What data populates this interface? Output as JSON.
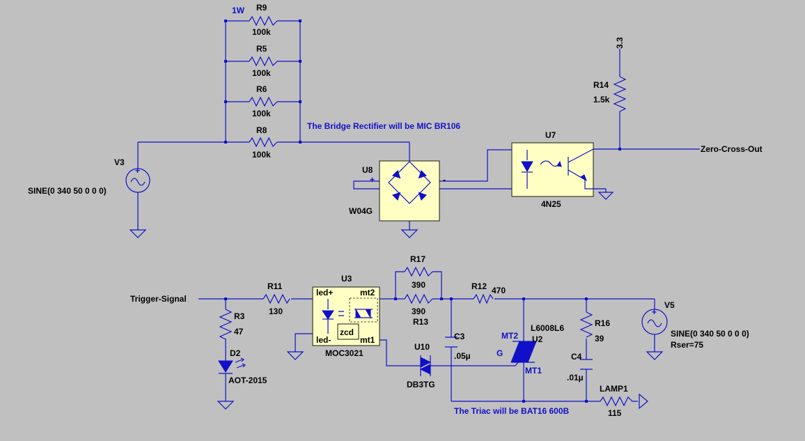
{
  "labels": {
    "note_power": "1W",
    "note_bridge": "The Bridge Rectifier will be MIC BR106",
    "note_triac": "The Triac will be BAT16 600B",
    "net_zero_cross": "Zero-Cross-Out",
    "net_trigger": "Trigger-Signal",
    "net_33": "3.3"
  },
  "components": {
    "r9": {
      "ref": "R9",
      "value": "100k"
    },
    "r5": {
      "ref": "R5",
      "value": "100k"
    },
    "r6": {
      "ref": "R6",
      "value": "100k"
    },
    "r8": {
      "ref": "R8",
      "value": "100k"
    },
    "r14": {
      "ref": "R14",
      "value": "1.5k"
    },
    "v3": {
      "ref": "V3",
      "value": "SINE(0 340 50 0 0 0)"
    },
    "u8": {
      "ref": "U8",
      "value": "W04G",
      "plus": "+",
      "minus": "-"
    },
    "u7": {
      "ref": "U7",
      "value": "4N25"
    },
    "r11": {
      "ref": "R11",
      "value": "130"
    },
    "r3": {
      "ref": "R3",
      "value": "47"
    },
    "d2": {
      "ref": "D2",
      "value": "AOT-2015"
    },
    "u3": {
      "ref": "U3",
      "value": "MOC3021",
      "pin_led_plus": "led+",
      "pin_led_minus": "led-",
      "pin_mt2": "mt2",
      "pin_mt1": "mt1",
      "zcd": "zcd"
    },
    "r17": {
      "ref": "R17",
      "value": "390"
    },
    "r13": {
      "ref": "R13",
      "value": "390"
    },
    "r12": {
      "ref": "R12",
      "value": "470"
    },
    "c3": {
      "ref": "C3",
      "value": ".05µ"
    },
    "u10": {
      "ref": "U10",
      "value": "DB3TG"
    },
    "u2": {
      "ref": "U2",
      "value": "L6008L6",
      "pin_mt2": "MT2",
      "pin_mt1": "MT1",
      "pin_g": "G"
    },
    "r16": {
      "ref": "R16",
      "value": "39"
    },
    "c4": {
      "ref": "C4",
      "value": ".01µ"
    },
    "lamp1": {
      "ref": "LAMP1",
      "value": "115"
    },
    "v5": {
      "ref": "V5",
      "value": "SINE(0 340 50 0 0 0)",
      "rser": "Rser=75"
    }
  }
}
